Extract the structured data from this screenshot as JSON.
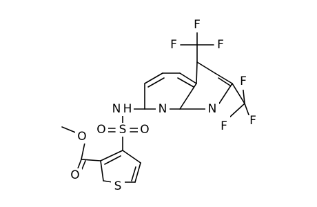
{
  "atoms": {
    "F1": "F",
    "F2": "F",
    "F3": "F",
    "F4": "F",
    "F5": "F",
    "F6": "F",
    "N_ring1": "N",
    "N_ring2": "N",
    "N_amine": "N",
    "H_amine": "H",
    "S_sulfonyl": "S",
    "O_sulfonyl_left": "O",
    "O_sulfonyl_right": "O",
    "O_ester": "O",
    "O_carbonyl": "O",
    "S_thiophene": "S"
  }
}
